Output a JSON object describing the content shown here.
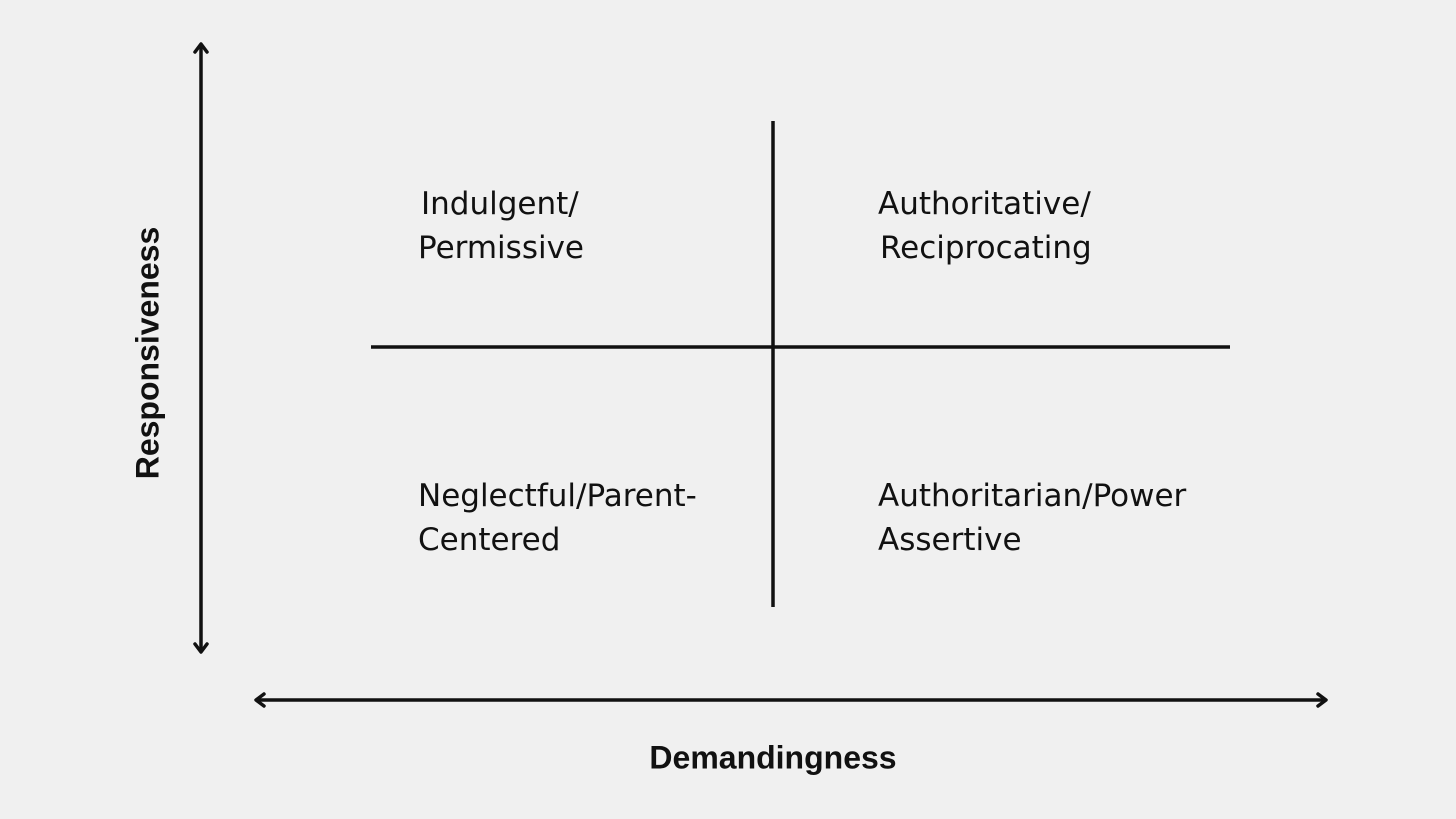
{
  "axes": {
    "y_label": "Responsiveness",
    "x_label": "Demandingness"
  },
  "quadrants": {
    "top_left": {
      "line1": "Indulgent/",
      "line2": "Permissive"
    },
    "top_right": {
      "line1": "Authoritative/",
      "line2": "Reciprocating"
    },
    "bottom_left": {
      "line1": "Neglectful/Parent-",
      "line2": "Centered"
    },
    "bottom_right": {
      "line1": "Authoritarian/Power",
      "line2": "Assertive"
    }
  },
  "colors": {
    "background": "#f0f0f0",
    "ink": "#111111"
  }
}
